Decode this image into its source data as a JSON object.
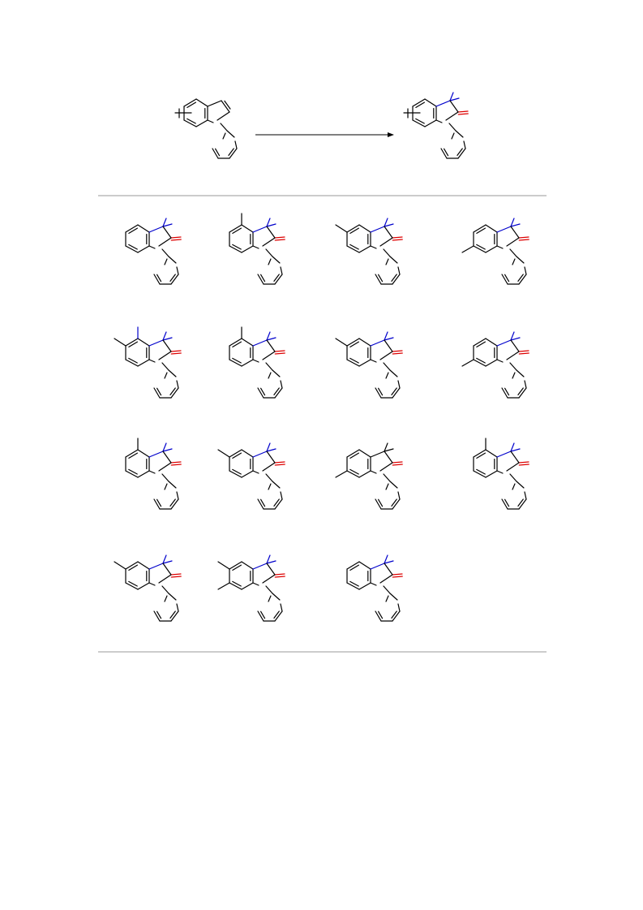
{
  "scheme": {
    "colors": {
      "bond": "#000000",
      "new_c_c_bond": "#0000cc",
      "carbonyl": "#dd0000",
      "divider": "#999999"
    },
    "reaction": {
      "reactant": {
        "substituents": [],
        "methyl_groups": 0,
        "variable_substitution": true
      },
      "product": {
        "substituents": [],
        "methyl_groups": 2,
        "variable_substitution": true
      }
    },
    "products": [
      {
        "substituents": [],
        "highlight": true
      },
      {
        "substituents": [
          "C4"
        ],
        "highlight": true
      },
      {
        "substituents": [
          "C5"
        ],
        "highlight": true
      },
      {
        "substituents": [
          "C6"
        ],
        "highlight": true
      },
      {
        "substituents": [
          "C5",
          "C4-blue"
        ],
        "highlight": true
      },
      {
        "substituents": [
          "C4"
        ],
        "highlight": true
      },
      {
        "substituents": [
          "C5"
        ],
        "highlight": true
      },
      {
        "substituents": [
          "C6"
        ],
        "highlight": true
      },
      {
        "substituents": [
          "C4"
        ],
        "highlight": true
      },
      {
        "substituents": [
          "C5"
        ],
        "highlight": true
      },
      {
        "substituents": [
          "C6"
        ],
        "highlight": false
      },
      {
        "substituents": [
          "C4"
        ],
        "highlight": true
      },
      {
        "substituents": [
          "C5"
        ],
        "highlight": true
      },
      {
        "substituents": [
          "C5",
          "C6"
        ],
        "highlight": true
      },
      {
        "substituents": [],
        "highlight": true
      }
    ]
  }
}
